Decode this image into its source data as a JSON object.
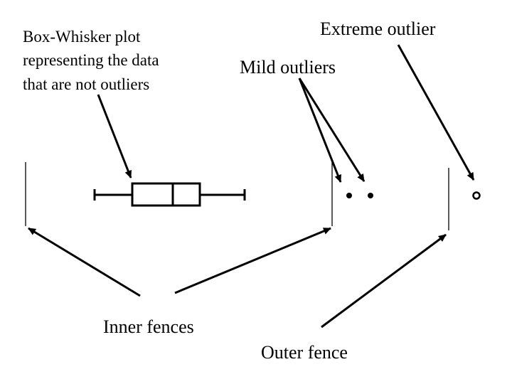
{
  "labels": {
    "box_whisker": [
      "Box-Whisker plot",
      "representing the data",
      "that are not outliers"
    ],
    "extreme_outlier": "Extreme outlier",
    "mild_outliers": "Mild outliers",
    "inner_fences": "Inner fences",
    "outer_fence": "Outer fence"
  }
}
